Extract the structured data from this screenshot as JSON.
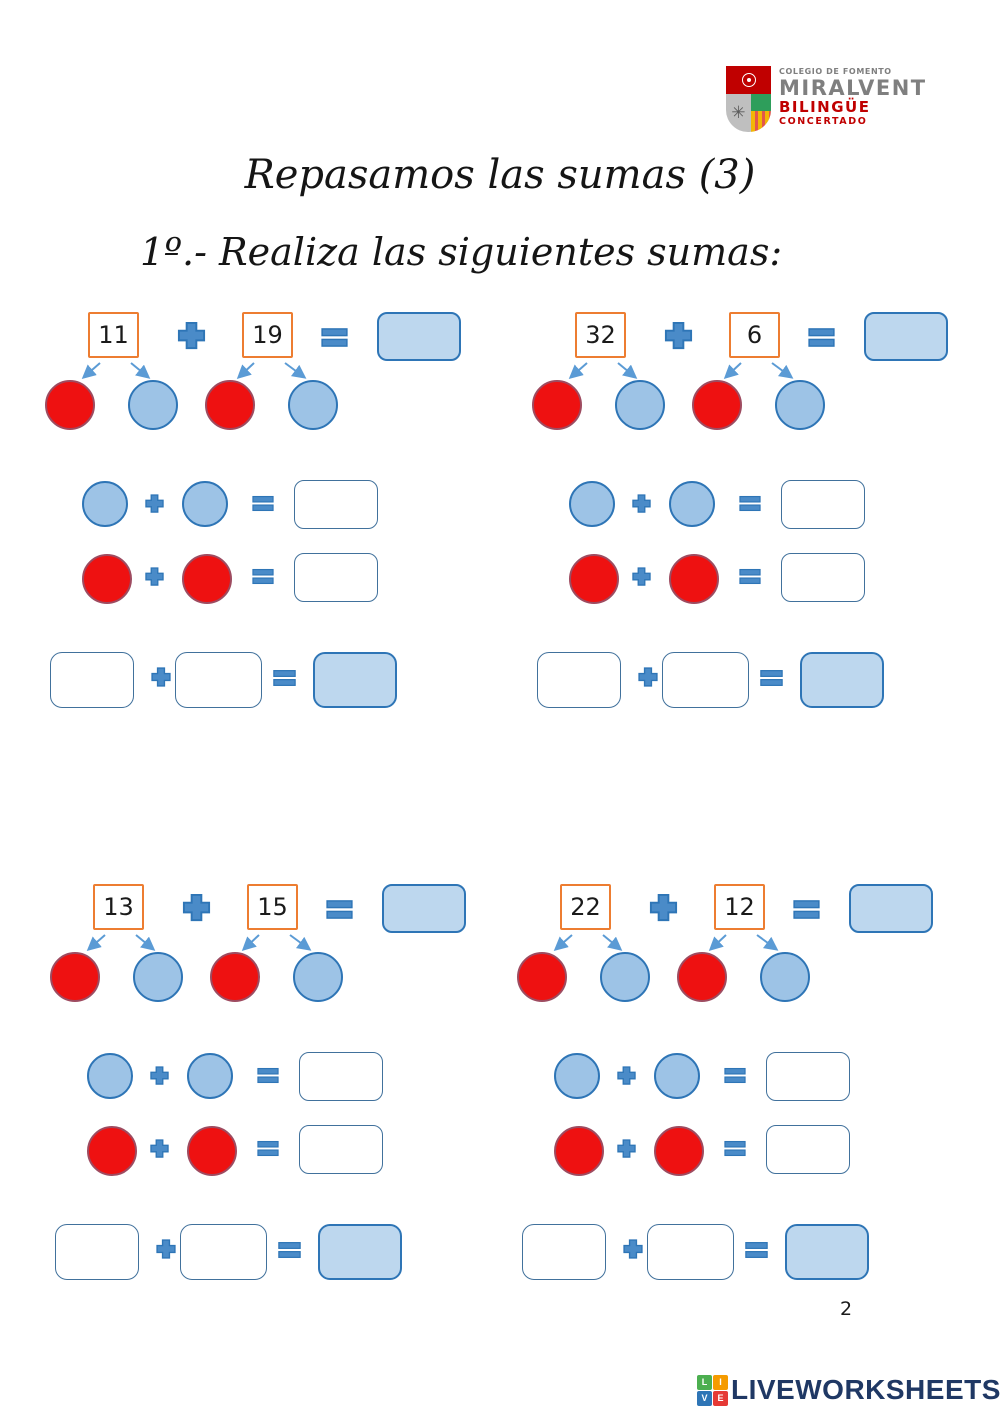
{
  "title": "Repasamos las sumas (3)",
  "instruction": "1º.-  Realiza las siguientes sumas:",
  "school_logo": {
    "line1": "COLEGIO DE FOMENTO",
    "name": "MIRALVENT",
    "line2": "BILINGÜE",
    "line3": "CONCERTADO"
  },
  "exercises": [
    {
      "addend1": "11",
      "addend2": "19"
    },
    {
      "addend1": "32",
      "addend2": "6"
    },
    {
      "addend1": "13",
      "addend2": "15"
    },
    {
      "addend1": "22",
      "addend2": "12"
    }
  ],
  "page_number": "2",
  "footer": {
    "brand": "LIVEWORKSHEETS",
    "tiles": [
      "L",
      "I",
      "V",
      "E"
    ]
  },
  "colors": {
    "addend_box_border": "#ED7D31",
    "blue_circle_fill": "#9DC3E6",
    "blue_border": "#2E75B6",
    "red_circle_fill": "#EE1111",
    "red_circle_border": "#9E4B60",
    "answer_box_fill": "#BDD7EE",
    "operator_blue": "#4A8BC8",
    "arrow_blue": "#5B9BD5",
    "brand_navy": "#1F3864",
    "logo_red": "#C00000",
    "logo_gray": "#7F7F7F",
    "tile_colors": [
      "#4CAF50",
      "#F59B00",
      "#2E75B6",
      "#E53935"
    ]
  }
}
